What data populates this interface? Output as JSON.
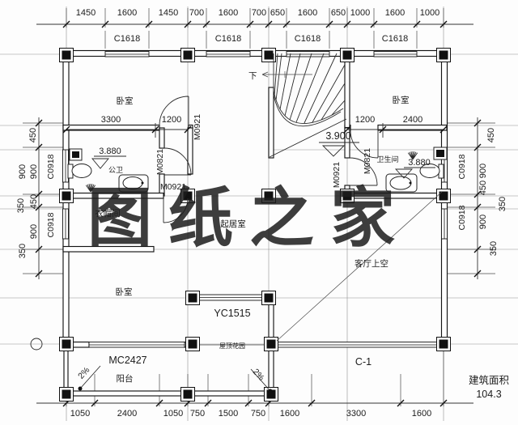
{
  "watermark": {
    "text": "图纸之家",
    "color": "#d8372f"
  },
  "area": {
    "label": "建筑面积",
    "value": "104.3"
  },
  "stair_down": "下",
  "slope": "2%",
  "rooms": {
    "bedroom_tl": "卧室",
    "bedroom_tr": "卧室",
    "bedroom_bl": "卧室",
    "wc": "公卫",
    "cloakroom": "衣帽间",
    "living": "起居室",
    "bathroom": "卫生间",
    "void": "客厅上空",
    "balcony": "阳台",
    "roof_garden": "屋顶花园"
  },
  "levels": {
    "left_wc": "3.880",
    "living": "3.900",
    "right_bath": "3.880"
  },
  "openings": {
    "window_top": "C1618",
    "window_side": "C0918",
    "door_m0921": "M0921",
    "door_m0821": "M0821",
    "door_window": "MC2427",
    "bay_window": "YC1515",
    "window_c1": "C-1"
  },
  "dims": {
    "top": [
      "1450",
      "1600",
      "1450",
      "700",
      "1600",
      "700",
      "650",
      "1600",
      "650",
      "1000",
      "1600",
      "1000"
    ],
    "bottom": [
      "1050",
      "2400",
      "1050",
      "750",
      "1500",
      "750",
      "1600",
      "3300",
      "1600"
    ],
    "left": [
      "450",
      "900",
      "900",
      "450",
      "350",
      "900",
      "350"
    ],
    "right": [
      "450",
      "900",
      "450",
      "350",
      "900",
      "350"
    ],
    "bedroom_tl": [
      "3300",
      "1200"
    ],
    "bedroom_tr": [
      "1200",
      "2400"
    ]
  }
}
